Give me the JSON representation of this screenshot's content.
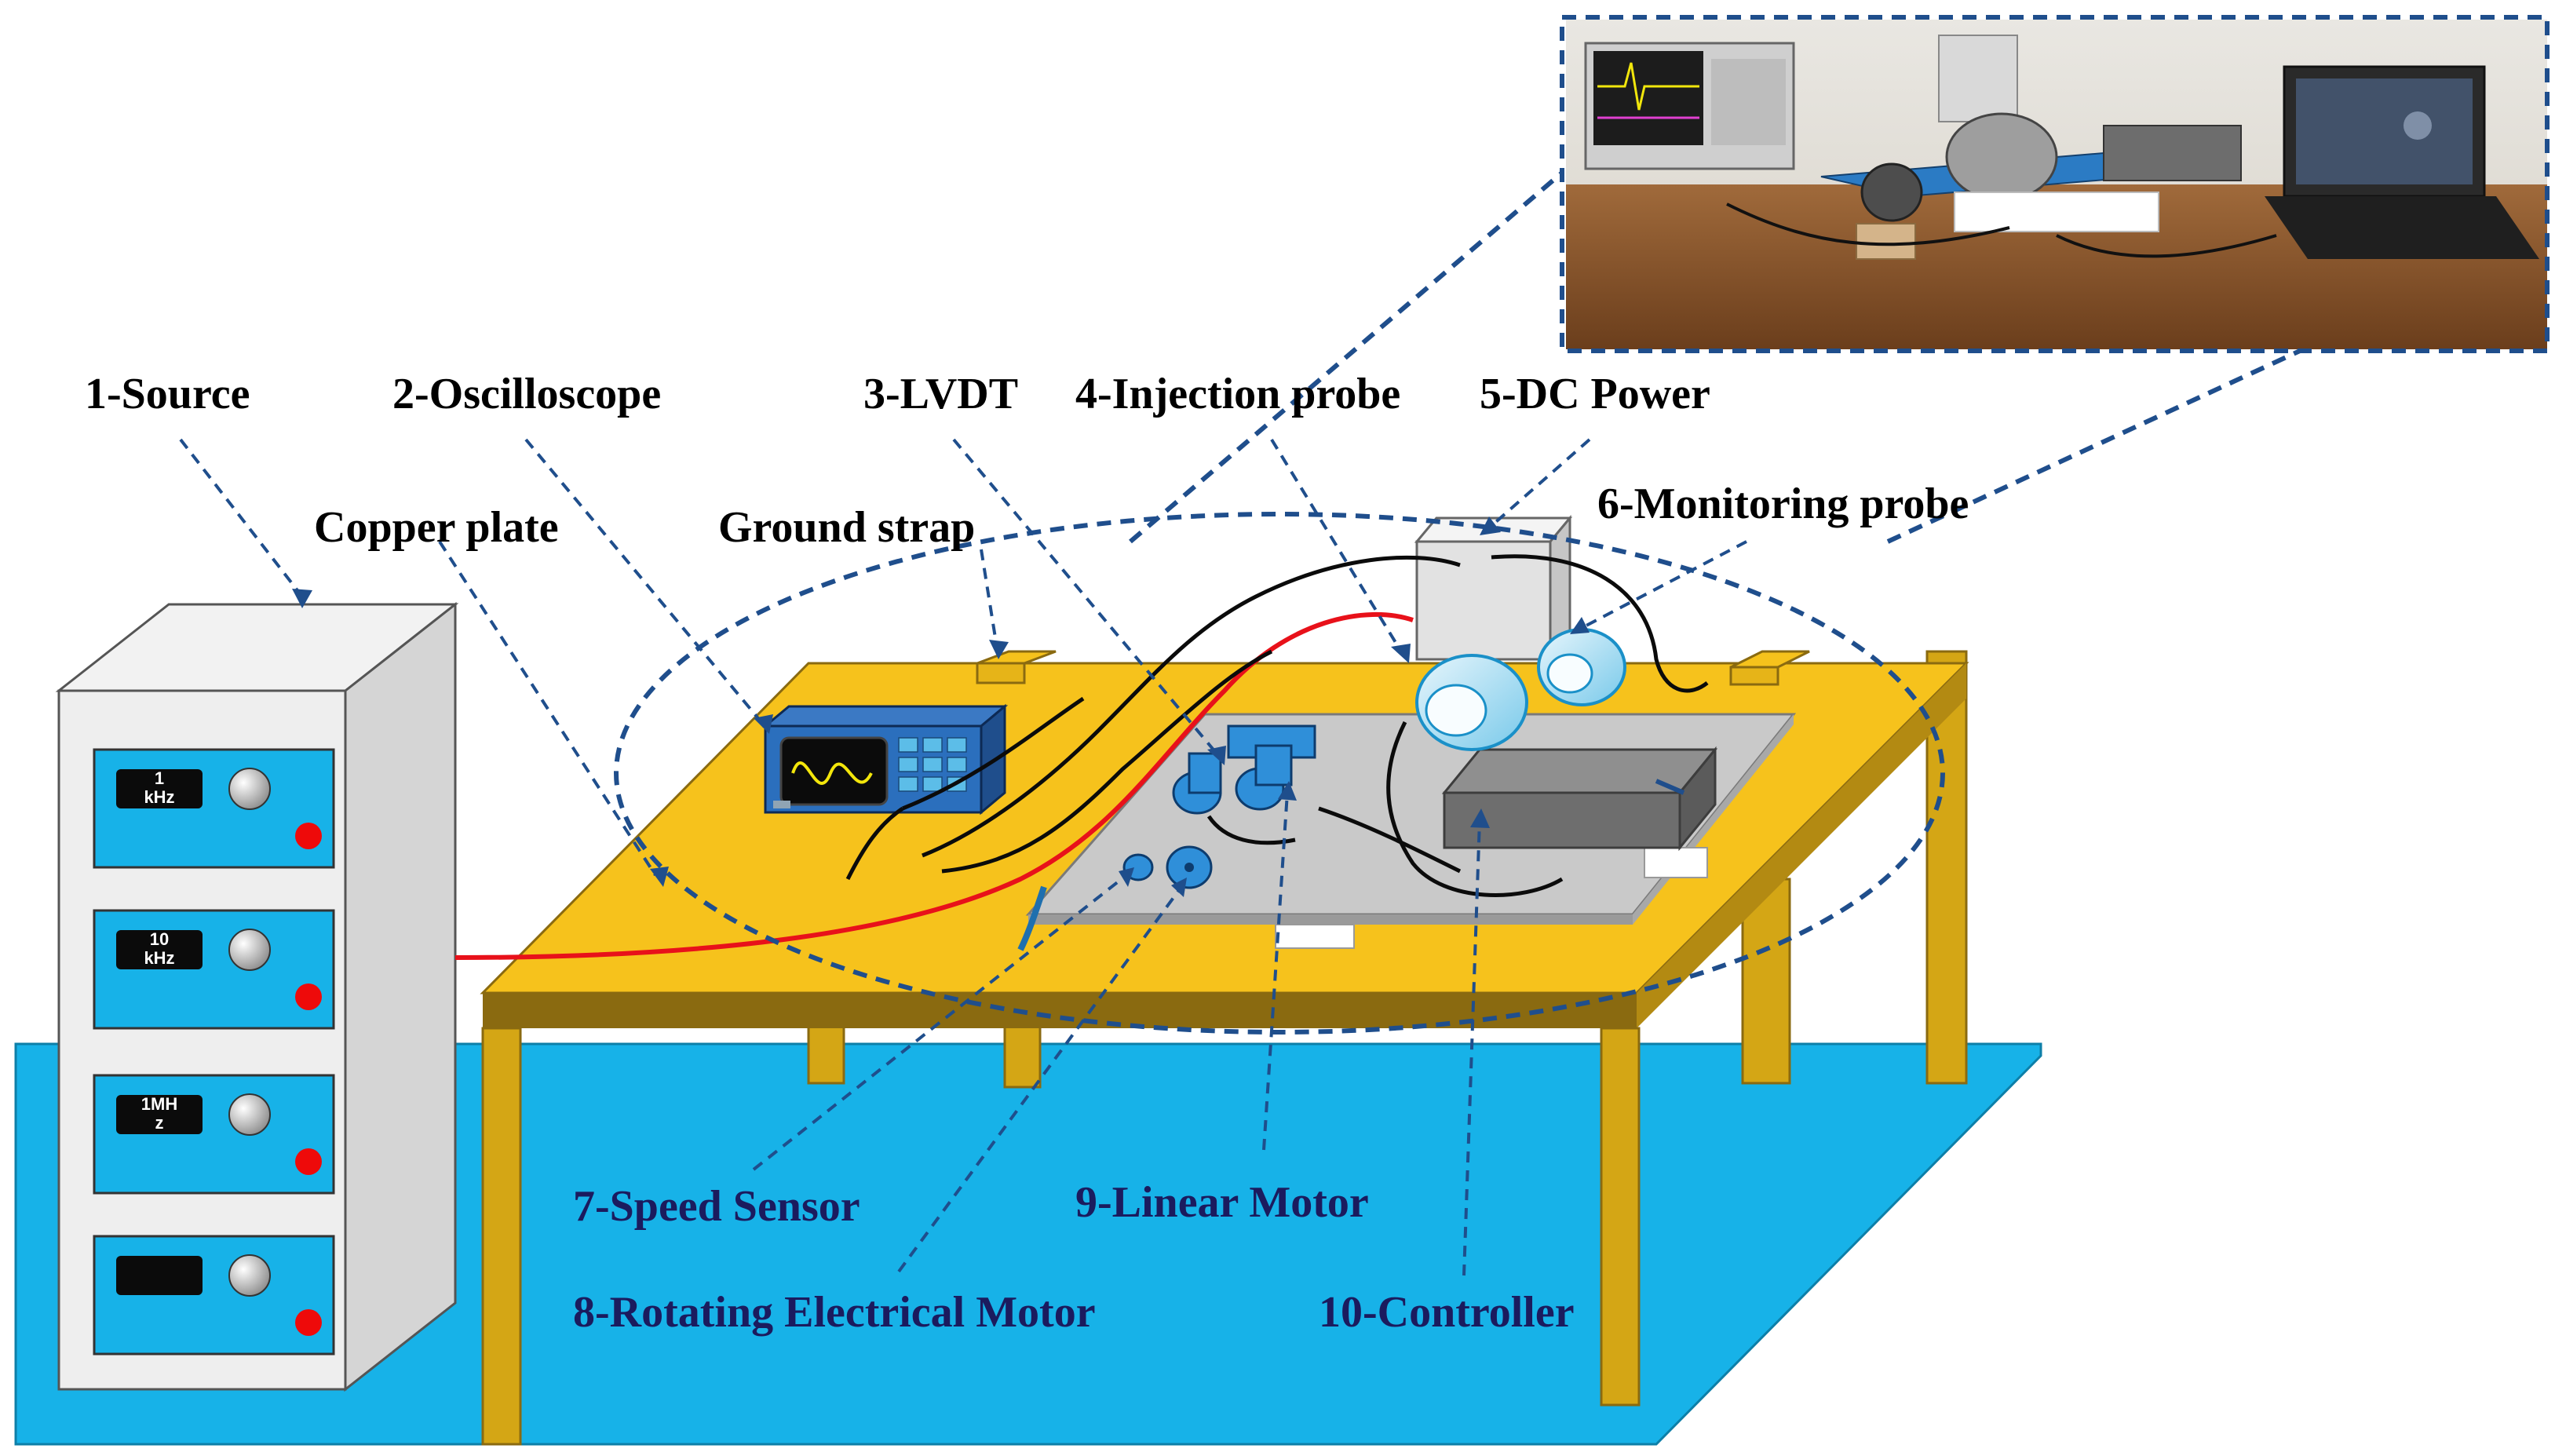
{
  "labels": {
    "source": "1-Source",
    "oscilloscope": "2-Oscilloscope",
    "lvdt": "3-LVDT",
    "injection_probe": "4-Injection probe",
    "dc_power": "5-DC Power",
    "monitoring_probe": "6-Monitoring probe",
    "speed_sensor": "7-Speed Sensor",
    "rotating_motor": "8-Rotating Electrical Motor",
    "linear_motor": "9-Linear Motor",
    "controller": "10-Controller",
    "copper_plate": "Copper plate",
    "ground_strap": "Ground strap"
  },
  "source_panels": [
    {
      "line1": "1",
      "line2": "kHz"
    },
    {
      "line1": "10",
      "line2": "kHz"
    },
    {
      "line1": "1MH",
      "line2": "z"
    },
    {
      "line1": "",
      "line2": ""
    }
  ],
  "colors": {
    "floor": "#17b2e8",
    "table_top": "#f6c21c",
    "table_legs": "#d4a615",
    "table_edge": "#8a6a10",
    "panel_blue": "#17b2e8",
    "cable_red": "#e8111a",
    "dashed_blue": "#1f4e8c",
    "plate_gray": "#c9c9c9",
    "controller_gray": "#7a7a7a"
  },
  "icons": {
    "oscilloscope": "oscilloscope-icon",
    "knob": "knob-icon",
    "indicator": "red-indicator-icon",
    "probe": "ring-probe-icon"
  }
}
